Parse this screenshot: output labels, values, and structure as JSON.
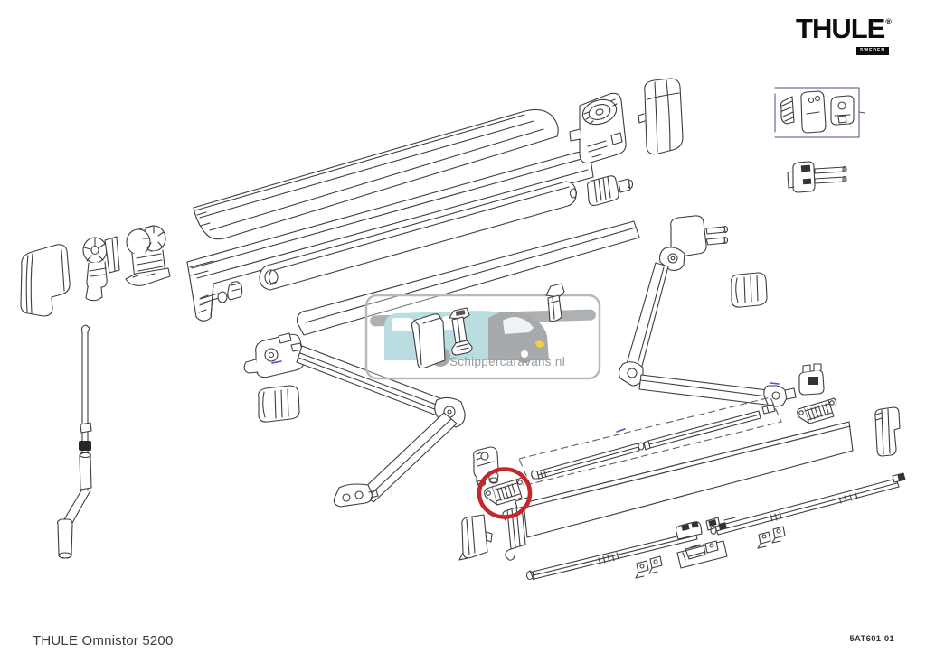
{
  "page": {
    "background": "#ffffff"
  },
  "logo": {
    "brand": "THULE",
    "registered": "®",
    "country_badge": "SWEDEN"
  },
  "watermark": {
    "text": "Schippercaravans.nl",
    "teal": "#b9dde1",
    "gray": "#a7aaac",
    "border": "#b7b9bb"
  },
  "footer": {
    "title": "THULE Omnistor 5200",
    "doc_number": "5AT601-01"
  },
  "highlight": {
    "color": "#c5272d"
  },
  "colors": {
    "line": "#3d3d3d",
    "dashed_outline": "#5f5f5f",
    "detail_box": "#46507a",
    "blue_tick": "#4353c8"
  },
  "diagram": {
    "type": "exploded-parts-drawing",
    "parts": [
      "left-end-cap",
      "gear-disc",
      "gear-mechanism",
      "crank-rod",
      "crank-handle",
      "lid-profile",
      "case-profile",
      "roller-tube",
      "crank-adapter",
      "fabric-lead",
      "torsion-link",
      "motor-gear-unit",
      "motor-cover",
      "center-arm",
      "arm-cover-left",
      "right-arm",
      "arm-cover-right",
      "pin-bracket",
      "detail-box-parts",
      "wall-bracket",
      "ribbed-bracket",
      "corner-bracket",
      "tension-rafter-set",
      "fabric-panel",
      "front-rail-left",
      "front-rail-right",
      "mounting-clips",
      "end-bracket",
      "roller-end-bracket",
      "highlighted-ribbed-bracket",
      "flat-bracket",
      "sheet-part",
      "support-bracket"
    ]
  }
}
